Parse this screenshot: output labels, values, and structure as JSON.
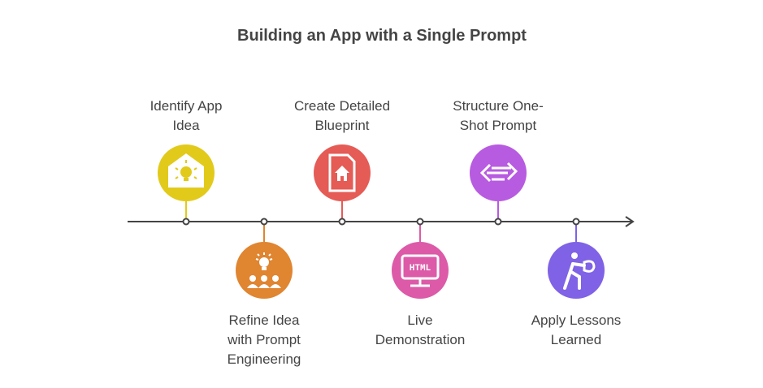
{
  "title": "Building an App with a Single Prompt",
  "steps": [
    {
      "lines": [
        "Identify App",
        "Idea"
      ],
      "color": "#E2CA1A",
      "icon": "house-lightbulb-icon",
      "position": "top"
    },
    {
      "lines": [
        "Refine Idea",
        "with Prompt",
        "Engineering"
      ],
      "color": "#E08530",
      "icon": "team-idea-icon",
      "position": "bottom"
    },
    {
      "lines": [
        "Create Detailed",
        "Blueprint"
      ],
      "color": "#E55B55",
      "icon": "document-house-icon",
      "position": "top"
    },
    {
      "lines": [
        "Live",
        "Demonstration"
      ],
      "color": "#DC5AA8",
      "icon": "html-monitor-icon",
      "position": "bottom"
    },
    {
      "lines": [
        "Structure One-",
        "Shot Prompt"
      ],
      "color": "#B75BE0",
      "icon": "code-arrows-icon",
      "position": "top"
    },
    {
      "lines": [
        "Apply Lessons",
        "Learned"
      ],
      "color": "#7F62E6",
      "icon": "boxer-icon",
      "position": "bottom"
    }
  ]
}
